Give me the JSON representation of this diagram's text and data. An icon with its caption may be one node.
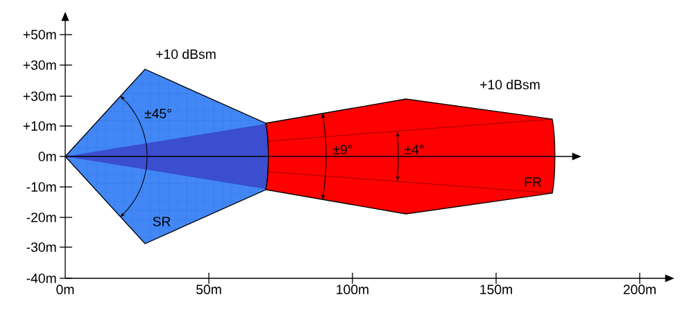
{
  "diagram": {
    "nodes": [
      {
        "text": [
          "SR"
        ]
      },
      {
        "text": [
          "FR"
        ]
      }
    ],
    "labels": [
      "+50m",
      "+30m",
      "+30m",
      "+10m",
      "0m",
      "-10m",
      "-20m",
      "-30m",
      "-40m",
      "0m",
      "50m",
      "100m",
      "150m",
      "200m",
      "+10 dBsm",
      "+10 dBsm",
      "±45°",
      "±9°",
      "±4°"
    ]
  }
}
